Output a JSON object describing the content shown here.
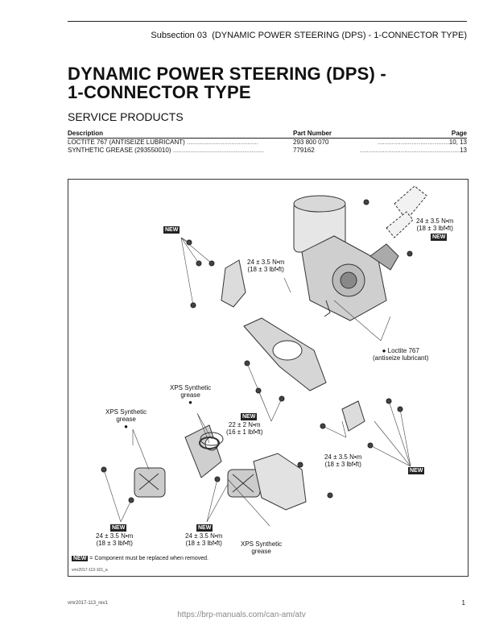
{
  "header": {
    "subsection": "Subsection 03",
    "subsection_title": "(DYNAMIC POWER STEERING (DPS) - 1-CONNECTOR TYPE)"
  },
  "title_line1": "DYNAMIC POWER STEERING (DPS) -",
  "title_line2": "1-CONNECTOR TYPE",
  "service_products": {
    "heading": "SERVICE PRODUCTS",
    "columns": [
      "Description",
      "Part Number",
      "Page"
    ],
    "rows": [
      {
        "description": "LOCTITE 767 (ANTISEIZE LUBRICANT)",
        "part": "293 800 070",
        "page": "10, 13"
      },
      {
        "description": "SYNTHETIC GREASE (293550010)",
        "part": "779162",
        "page": "13"
      }
    ]
  },
  "figure": {
    "new_badge": "NEW",
    "torque_a": "24 ± 3.5 N•m",
    "torque_a2": "(18 ± 3 lbf•ft)",
    "torque_b": "22 ± 2 N•m",
    "torque_b2": "(16 ± 1 lbf•ft)",
    "loctite": "Loctite 767",
    "loctite2": "(antiseize lubricant)",
    "xps": "XPS Synthetic",
    "xps2": "grease",
    "legend": "= Component must be replaced when removed.",
    "figure_id": "vmr2017-113-101_a"
  },
  "footer": {
    "code": "vmr2017-113_rev1",
    "page": "1",
    "url": "https://brp-manuals.com/can-am/atv"
  }
}
